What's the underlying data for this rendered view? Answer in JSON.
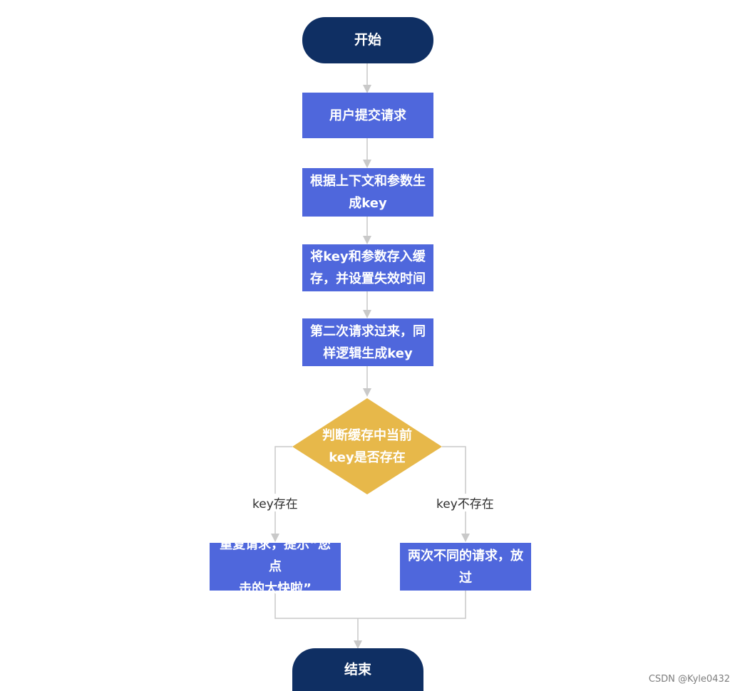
{
  "flowchart": {
    "start": "开始",
    "step1": "用户提交请求",
    "step2": [
      "根据上下文和参数生",
      "成key"
    ],
    "step3": [
      "将key和参数存入缓",
      "存，并设置失效时间"
    ],
    "step4": [
      "第二次请求过来，同",
      "样逻辑生成key"
    ],
    "decision": [
      "判断缓存中当前",
      "key是否存在"
    ],
    "yes_label": "key存在",
    "no_label": "key不存在",
    "yes_action": [
      "重复请求，提示“您点",
      "击的太快啦”"
    ],
    "no_action": [
      "两次不同的请求，放",
      "过"
    ],
    "end": "结束"
  },
  "watermark": "CSDN @Kyle0432",
  "colors": {
    "terminal": "#0f2f63",
    "process": "#4f67dc",
    "decision": "#e7b84a",
    "connector": "#c9c9c9"
  }
}
